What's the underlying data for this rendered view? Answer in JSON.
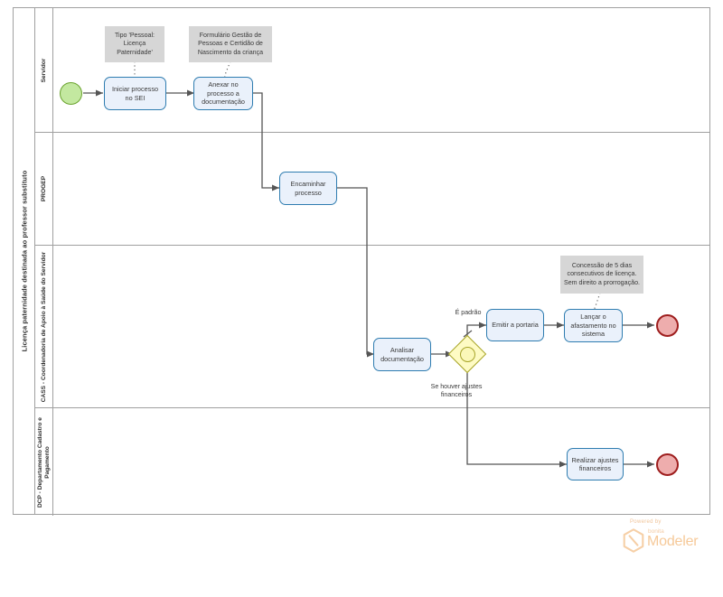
{
  "diagram": {
    "type": "bpmn-process",
    "pool_title": "Licença paternidade destinada ao professor substituto",
    "lanes": [
      {
        "id": "servidor",
        "label": "Servidor"
      },
      {
        "id": "progep",
        "label": "PROGEP"
      },
      {
        "id": "cass",
        "label": "CASS - Coordenadoria de Apoio à Saúde do Servidor"
      },
      {
        "id": "dcp",
        "label": "DCP - Departamento Cadastro e Pagamento"
      }
    ],
    "nodes": [
      {
        "id": "start",
        "kind": "start-event",
        "lane": "servidor",
        "label": ""
      },
      {
        "id": "iniciar",
        "kind": "task",
        "lane": "servidor",
        "label": "Iniciar processo no SEI"
      },
      {
        "id": "anexar",
        "kind": "task",
        "lane": "servidor",
        "label": "Anexar no processo a documentação"
      },
      {
        "id": "encaminhar",
        "kind": "task",
        "lane": "progep",
        "label": "Encaminhar processo"
      },
      {
        "id": "analisar",
        "kind": "task",
        "lane": "cass",
        "label": "Analisar documentação"
      },
      {
        "id": "gateway",
        "kind": "inclusive-gateway",
        "lane": "cass",
        "label": ""
      },
      {
        "id": "emitir",
        "kind": "task",
        "lane": "cass",
        "label": "Emitir a portaria"
      },
      {
        "id": "lancar",
        "kind": "task",
        "lane": "cass",
        "label": "Lançar o afastamento no sistema"
      },
      {
        "id": "end-cass",
        "kind": "end-event",
        "lane": "cass",
        "label": ""
      },
      {
        "id": "realizar",
        "kind": "task",
        "lane": "dcp",
        "label": "Realizar ajustes financeiros"
      },
      {
        "id": "end-dcp",
        "kind": "end-event",
        "lane": "dcp",
        "label": ""
      }
    ],
    "annotations": [
      {
        "id": "anno-tipo",
        "attached_to": "iniciar",
        "text": "Tipo 'Pessoal: Licença Paternidade'"
      },
      {
        "id": "anno-form",
        "attached_to": "anexar",
        "text": "Formulário Gestão de Pessoas e Certidão de Nascimento da criança"
      },
      {
        "id": "anno-conc",
        "attached_to": "lancar",
        "text": "Concessão de 5 dias consecutivos de licença. Sem direito a prorrogação."
      }
    ],
    "flows": [
      {
        "from": "start",
        "to": "iniciar",
        "label": ""
      },
      {
        "from": "iniciar",
        "to": "anexar",
        "label": ""
      },
      {
        "from": "anexar",
        "to": "encaminhar",
        "label": ""
      },
      {
        "from": "encaminhar",
        "to": "analisar",
        "label": ""
      },
      {
        "from": "analisar",
        "to": "gateway",
        "label": ""
      },
      {
        "from": "gateway",
        "to": "emitir",
        "label": "É padrão",
        "default": true
      },
      {
        "from": "gateway",
        "to": "realizar",
        "label": "Se houver ajustes financeiros"
      },
      {
        "from": "emitir",
        "to": "lancar",
        "label": ""
      },
      {
        "from": "lancar",
        "to": "end-cass",
        "label": ""
      },
      {
        "from": "realizar",
        "to": "end-dcp",
        "label": ""
      }
    ],
    "colors": {
      "task_fill": "#eaf1fb",
      "task_stroke": "#2e7cb0",
      "start_fill": "#c3e8a0",
      "start_stroke": "#6aa32e",
      "end_fill": "#eeadad",
      "end_stroke": "#9e1e1e",
      "gateway_fill": "#fefbc4",
      "gateway_stroke": "#a7a42a",
      "annotation_fill": "#d6d6d6",
      "lane_stroke": "#a0a0a0",
      "flow_stroke": "#555555"
    }
  },
  "branding": {
    "powered_by": "Powered by",
    "product_prefix": "bonita",
    "product_name": "Modeler"
  }
}
